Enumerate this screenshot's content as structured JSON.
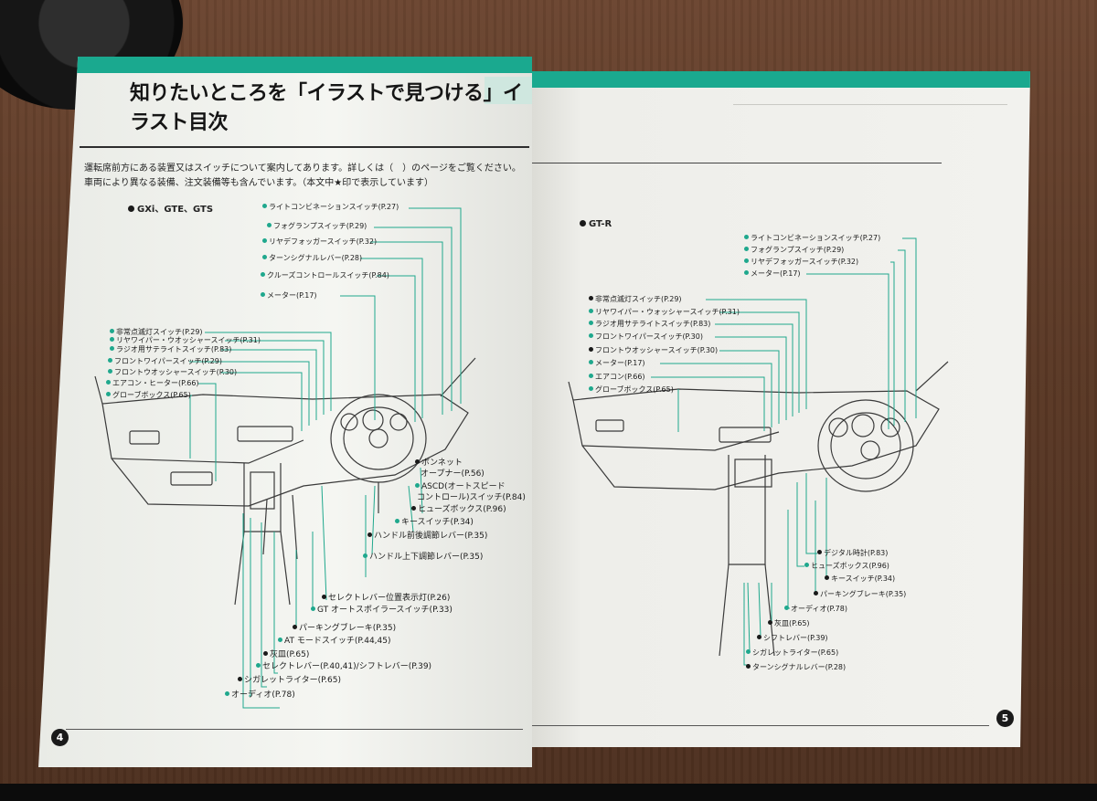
{
  "left_page": {
    "title": "知りたいところを「イラストで見つける」イラスト目次",
    "intro_line1": "運転席前方にある装置又はスイッチについて案内してあります。詳しくは（　）のページをご覧ください。",
    "intro_line2": "車両により異なる装備、注文装備等も含んでいます。（本文中★印で表示しています）",
    "section": "GXi、GTE、GTS",
    "labels_top": [
      "ライトコンビネーションスイッチ(P.27)",
      "フォグランプスイッチ(P.29)",
      "リヤデフォッガースイッチ(P.32)",
      "ターンシグナルレバー(P.28)",
      "クルーズコントロールスイッチ(P.84)",
      "メーター(P.17)"
    ],
    "labels_left": [
      "非常点滅灯スイッチ(P.29)",
      "リヤワイパー・ウオッシャースイッチ(P.31)",
      "ラジオ用サテライトスイッチ(P.83)",
      "フロントワイパースイッチ(P.29)",
      "フロントウオッシャースイッチ(P.30)",
      "エアコン・ヒーター(P.66)",
      "グローブボックス(P.65)"
    ],
    "labels_right": [
      "ボンネット",
      "オープナー(P.56)",
      "ASCD(オートスピード",
      "コントロール)スイッチ(P.84)",
      "ヒューズボックス(P.96)",
      "キースイッチ(P.34)",
      "ハンドル前後調節レバー(P.35)",
      "ハンドル上下調節レバー(P.35)"
    ],
    "labels_bottom": [
      "セレクトレバー位置表示灯(P.26)",
      "GT オートスポイラースイッチ(P.33)",
      "パーキングブレーキ(P.35)",
      "AT モードスイッチ(P.44,45)",
      "灰皿(P.65)",
      "セレクトレバー(P.40,41)/シフトレバー(P.39)",
      "シガレットライター(P.65)",
      "オーディオ(P.78)"
    ],
    "page_number": "4"
  },
  "right_page": {
    "section": "GT-R",
    "labels_top": [
      "ライトコンビネーションスイッチ(P.27)",
      "フォグランプスイッチ(P.29)",
      "リヤデフォッガースイッチ(P.32)",
      "メーター(P.17)"
    ],
    "labels_left": [
      "非常点滅灯スイッチ(P.29)",
      "リヤワイパー・ウォッシャースイッチ(P.31)",
      "ラジオ用サテライトスイッチ(P.83)",
      "フロントワイパースイッチ(P.30)",
      "フロントウオッシャースイッチ(P.30)",
      "メーター(P.17)",
      "エアコン(P.66)",
      "グローブボックス(P.65)"
    ],
    "labels_bottom": [
      "デジタル時計(P.83)",
      "ヒューズボックス(P.96)",
      "キースイッチ(P.34)",
      "パーキングブレーキ(P.35)",
      "オーディオ(P.78)",
      "灰皿(P.65)",
      "シフトレバー(P.39)",
      "シガレットライター(P.65)",
      "ターンシグナルレバー(P.28)"
    ],
    "page_number": "5"
  },
  "colors": {
    "accent": "#1aa98f",
    "ink": "#1a1a1a",
    "paper": "#f1f2ee"
  }
}
